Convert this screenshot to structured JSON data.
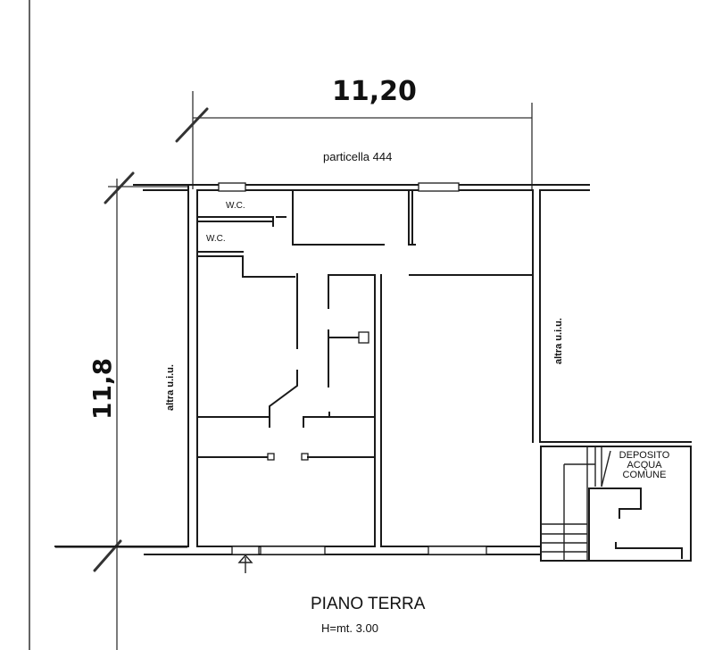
{
  "plan": {
    "title": "PIANO TERRA",
    "height_note": "H=mt. 3.00",
    "dimensions": {
      "width": "11,20",
      "depth": "11,8"
    },
    "adjacent": {
      "north": "particella 444",
      "west": "altra u.i.u.",
      "east": "altra u.i.u."
    },
    "rooms": {
      "wc1": "W.C.",
      "wc2": "W.C.",
      "storage_line1": "DEPOSITO",
      "storage_line2": "ACQUA",
      "storage_line3": "COMUNE"
    },
    "entrance_icon": "entrance-arrow-icon",
    "colors": {
      "ink": "#1a1a1a",
      "paper": "#ffffff"
    }
  }
}
